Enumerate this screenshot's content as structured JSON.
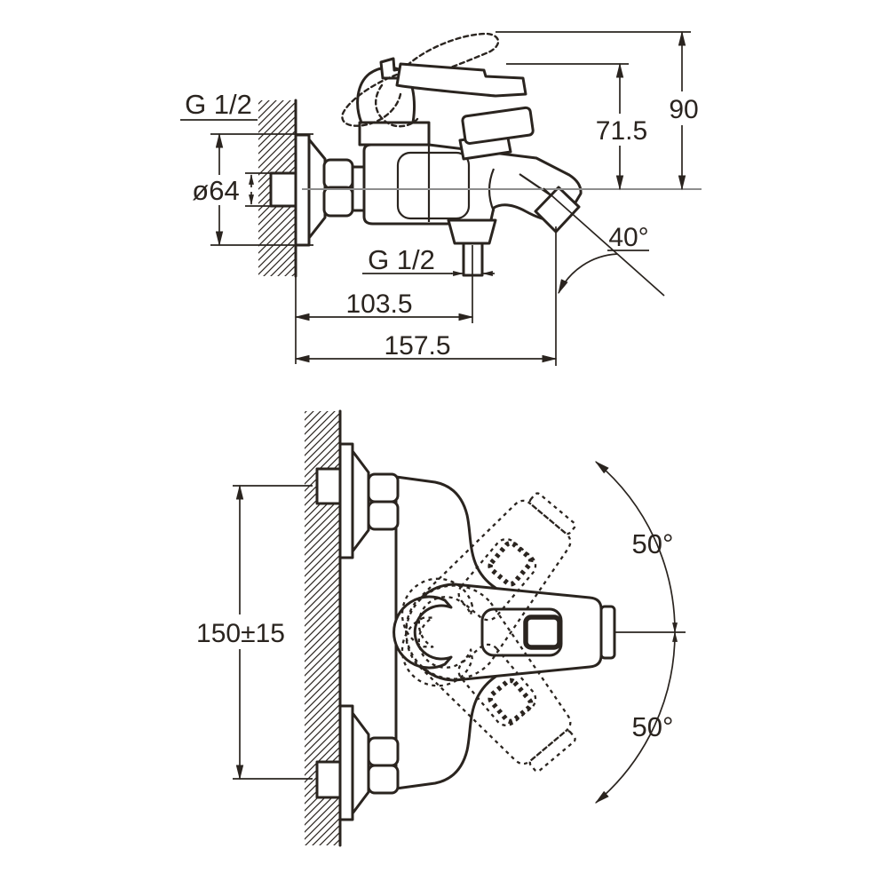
{
  "drawing": {
    "title": "wall-mounted bath mixer installation diagram",
    "colors": {
      "line": "#2a241f",
      "centerline": "#8d8d8d",
      "background": "#ffffff"
    },
    "labels": {
      "thread_wall": "G 1/2",
      "flange_dia": "ø64",
      "h_lever": "71.5",
      "h_lever_up": "90",
      "spout_angle": "40°",
      "thread_shower": "G 1/2",
      "len_to_outlet": "103.5",
      "len_total": "157.5",
      "mount_distance": "150±15",
      "swivel_up": "50°",
      "swivel_down": "50°"
    }
  }
}
